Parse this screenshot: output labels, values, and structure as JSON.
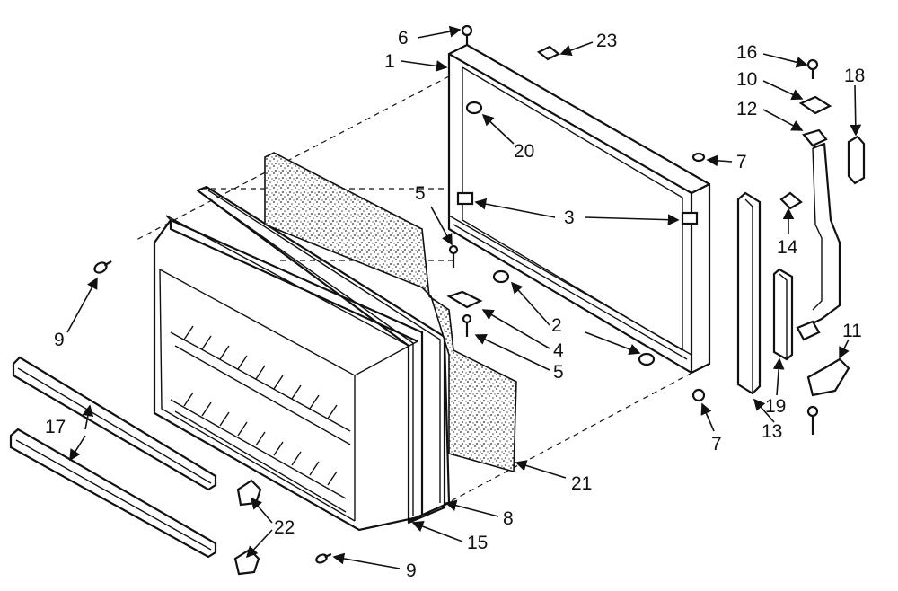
{
  "labels": [
    {
      "id": "p1",
      "text": "1"
    },
    {
      "id": "p2",
      "text": "2"
    },
    {
      "id": "p3",
      "text": "3"
    },
    {
      "id": "p4",
      "text": "4"
    },
    {
      "id": "p5a",
      "text": "5"
    },
    {
      "id": "p5b",
      "text": "5"
    },
    {
      "id": "p6",
      "text": "6"
    },
    {
      "id": "p7a",
      "text": "7"
    },
    {
      "id": "p7b",
      "text": "7"
    },
    {
      "id": "p8",
      "text": "8"
    },
    {
      "id": "p9a",
      "text": "9"
    },
    {
      "id": "p9b",
      "text": "9"
    },
    {
      "id": "p10",
      "text": "10"
    },
    {
      "id": "p11",
      "text": "11"
    },
    {
      "id": "p12",
      "text": "12"
    },
    {
      "id": "p13",
      "text": "13"
    },
    {
      "id": "p14",
      "text": "14"
    },
    {
      "id": "p15",
      "text": "15"
    },
    {
      "id": "p16",
      "text": "16"
    },
    {
      "id": "p17",
      "text": "17"
    },
    {
      "id": "p18",
      "text": "18"
    },
    {
      "id": "p19",
      "text": "19"
    },
    {
      "id": "p20",
      "text": "20"
    },
    {
      "id": "p21",
      "text": "21"
    },
    {
      "id": "p22",
      "text": "22"
    },
    {
      "id": "p23",
      "text": "23"
    }
  ]
}
